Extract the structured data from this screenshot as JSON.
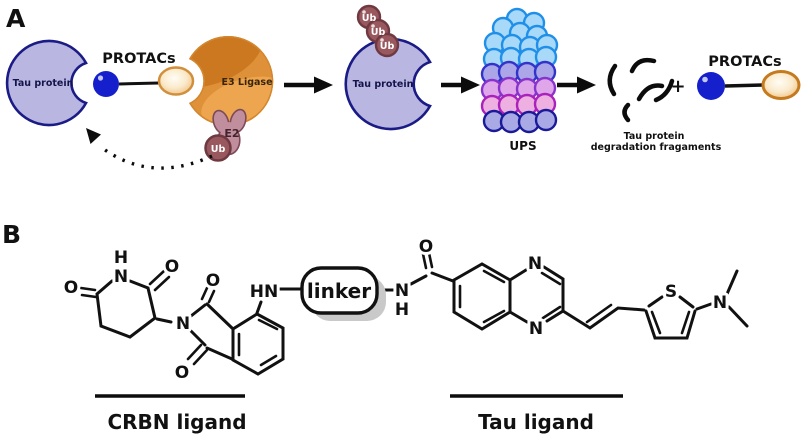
{
  "panel_a": {
    "label": "A",
    "tau_protein": "Tau protein",
    "protacs": "PROTACs",
    "e3_ligase": "E3 Ligase",
    "e2": "E2",
    "ub": "Ub",
    "ups": "UPS",
    "plus": "+",
    "fragments_caption_line1": "Tau protein",
    "fragments_caption_line2": "degradation fragaments"
  },
  "panel_b": {
    "label": "B",
    "linker": "linker",
    "atoms": {
      "o": "O",
      "n": "N",
      "h": "H",
      "hn": "HN",
      "s": "S"
    },
    "crbn_ligand": "CRBN ligand",
    "tau_ligand": "Tau ligand"
  },
  "colors": {
    "tau_fill": "#b9b7e2",
    "tau_stroke": "#1b1b86",
    "e3_orange": "#de9138",
    "e3_dark": "#c9761f",
    "e3_light": "#f2ae5c",
    "e2_fill": "#c08e9c",
    "e2_stroke": "#7d4a58",
    "ub_fill": "#99585e",
    "ub_stroke": "#6e3940",
    "protac_blue": "#1520cc",
    "ligand_oval_stroke": "#c9802a",
    "proteasome_blue": "#a8d9f8",
    "proteasome_periwinkle": "#aaa6e8",
    "proteasome_pink": "#e0a6ea",
    "black": "#111111"
  }
}
